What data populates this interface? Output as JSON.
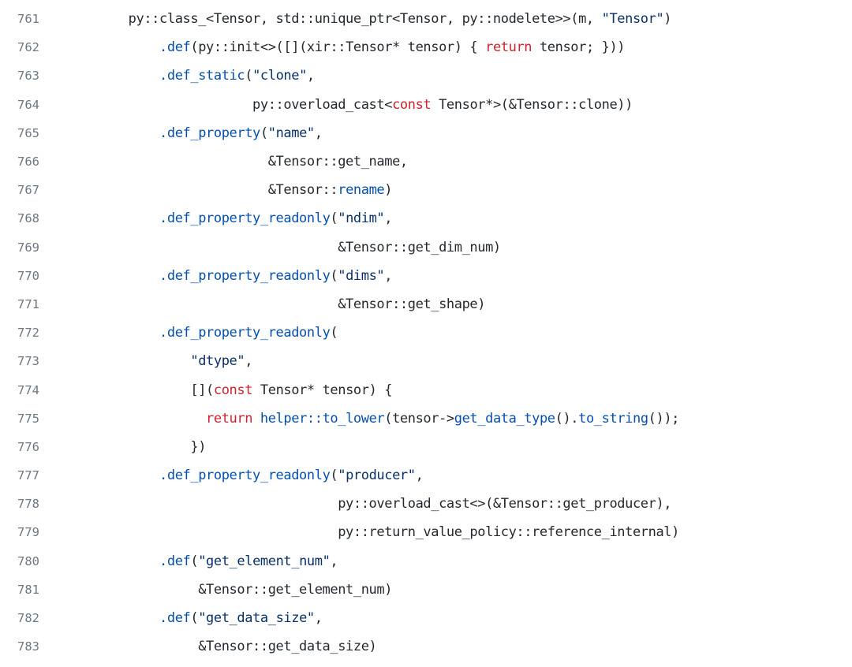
{
  "colors": {
    "keyword": "#cf222e",
    "function": "#0550ae",
    "string": "#0a3069",
    "text": "#24292f",
    "line_number": "#6e7781"
  },
  "lines": [
    {
      "num": "761",
      "tokens": [
        {
          "t": "        py::class_<Tensor, std::unique_ptr<Tensor, py::nodelete>>(m, ",
          "c": "p"
        },
        {
          "t": "\"Tensor\"",
          "c": "s"
        },
        {
          "t": ")",
          "c": "p"
        }
      ]
    },
    {
      "num": "762",
      "tokens": [
        {
          "t": "            ",
          "c": "p"
        },
        {
          "t": ".def",
          "c": "f"
        },
        {
          "t": "(py::init<>([](xir::Tensor* tensor) { ",
          "c": "p"
        },
        {
          "t": "return",
          "c": "k"
        },
        {
          "t": " tensor; }))",
          "c": "p"
        }
      ]
    },
    {
      "num": "763",
      "tokens": [
        {
          "t": "            ",
          "c": "p"
        },
        {
          "t": ".def_static",
          "c": "f"
        },
        {
          "t": "(",
          "c": "p"
        },
        {
          "t": "\"clone\"",
          "c": "s"
        },
        {
          "t": ",",
          "c": "p"
        }
      ]
    },
    {
      "num": "764",
      "tokens": [
        {
          "t": "                        py::overload_cast<",
          "c": "p"
        },
        {
          "t": "const",
          "c": "k"
        },
        {
          "t": " Tensor*>(&Tensor::clone))",
          "c": "p"
        }
      ]
    },
    {
      "num": "765",
      "tokens": [
        {
          "t": "            ",
          "c": "p"
        },
        {
          "t": ".def_property",
          "c": "f"
        },
        {
          "t": "(",
          "c": "p"
        },
        {
          "t": "\"name\"",
          "c": "s"
        },
        {
          "t": ",",
          "c": "p"
        }
      ]
    },
    {
      "num": "766",
      "tokens": [
        {
          "t": "                          &Tensor::get_name,",
          "c": "p"
        }
      ]
    },
    {
      "num": "767",
      "tokens": [
        {
          "t": "                          &Tensor::",
          "c": "p"
        },
        {
          "t": "rename",
          "c": "f"
        },
        {
          "t": ")",
          "c": "p"
        }
      ]
    },
    {
      "num": "768",
      "tokens": [
        {
          "t": "            ",
          "c": "p"
        },
        {
          "t": ".def_property_readonly",
          "c": "f"
        },
        {
          "t": "(",
          "c": "p"
        },
        {
          "t": "\"ndim\"",
          "c": "s"
        },
        {
          "t": ",",
          "c": "p"
        }
      ]
    },
    {
      "num": "769",
      "tokens": [
        {
          "t": "                                   &Tensor::get_dim_num)",
          "c": "p"
        }
      ]
    },
    {
      "num": "770",
      "tokens": [
        {
          "t": "            ",
          "c": "p"
        },
        {
          "t": ".def_property_readonly",
          "c": "f"
        },
        {
          "t": "(",
          "c": "p"
        },
        {
          "t": "\"dims\"",
          "c": "s"
        },
        {
          "t": ",",
          "c": "p"
        }
      ]
    },
    {
      "num": "771",
      "tokens": [
        {
          "t": "                                   &Tensor::get_shape)",
          "c": "p"
        }
      ]
    },
    {
      "num": "772",
      "tokens": [
        {
          "t": "            ",
          "c": "p"
        },
        {
          "t": ".def_property_readonly",
          "c": "f"
        },
        {
          "t": "(",
          "c": "p"
        }
      ]
    },
    {
      "num": "773",
      "tokens": [
        {
          "t": "                ",
          "c": "p"
        },
        {
          "t": "\"dtype\"",
          "c": "s"
        },
        {
          "t": ",",
          "c": "p"
        }
      ]
    },
    {
      "num": "774",
      "tokens": [
        {
          "t": "                [](",
          "c": "p"
        },
        {
          "t": "const",
          "c": "k"
        },
        {
          "t": " Tensor* tensor) {",
          "c": "p"
        }
      ]
    },
    {
      "num": "775",
      "tokens": [
        {
          "t": "                  ",
          "c": "p"
        },
        {
          "t": "return",
          "c": "k"
        },
        {
          "t": " ",
          "c": "p"
        },
        {
          "t": "helper::to_lower",
          "c": "f"
        },
        {
          "t": "(tensor->",
          "c": "p"
        },
        {
          "t": "get_data_type",
          "c": "f"
        },
        {
          "t": "().",
          "c": "p"
        },
        {
          "t": "to_string",
          "c": "f"
        },
        {
          "t": "());",
          "c": "p"
        }
      ]
    },
    {
      "num": "776",
      "tokens": [
        {
          "t": "                })",
          "c": "p"
        }
      ]
    },
    {
      "num": "777",
      "tokens": [
        {
          "t": "            ",
          "c": "p"
        },
        {
          "t": ".def_property_readonly",
          "c": "f"
        },
        {
          "t": "(",
          "c": "p"
        },
        {
          "t": "\"producer\"",
          "c": "s"
        },
        {
          "t": ",",
          "c": "p"
        }
      ]
    },
    {
      "num": "778",
      "tokens": [
        {
          "t": "                                   py::overload_cast<>(&Tensor::get_producer),",
          "c": "p"
        }
      ]
    },
    {
      "num": "779",
      "tokens": [
        {
          "t": "                                   py::return_value_policy::reference_internal)",
          "c": "p"
        }
      ]
    },
    {
      "num": "780",
      "tokens": [
        {
          "t": "            ",
          "c": "p"
        },
        {
          "t": ".def",
          "c": "f"
        },
        {
          "t": "(",
          "c": "p"
        },
        {
          "t": "\"get_element_num\"",
          "c": "s"
        },
        {
          "t": ",",
          "c": "p"
        }
      ]
    },
    {
      "num": "781",
      "tokens": [
        {
          "t": "                 &Tensor::get_element_num)",
          "c": "p"
        }
      ]
    },
    {
      "num": "782",
      "tokens": [
        {
          "t": "            ",
          "c": "p"
        },
        {
          "t": ".def",
          "c": "f"
        },
        {
          "t": "(",
          "c": "p"
        },
        {
          "t": "\"get_data_size\"",
          "c": "s"
        },
        {
          "t": ",",
          "c": "p"
        }
      ]
    },
    {
      "num": "783",
      "tokens": [
        {
          "t": "                 &Tensor::get_data_size)",
          "c": "p"
        }
      ]
    }
  ]
}
